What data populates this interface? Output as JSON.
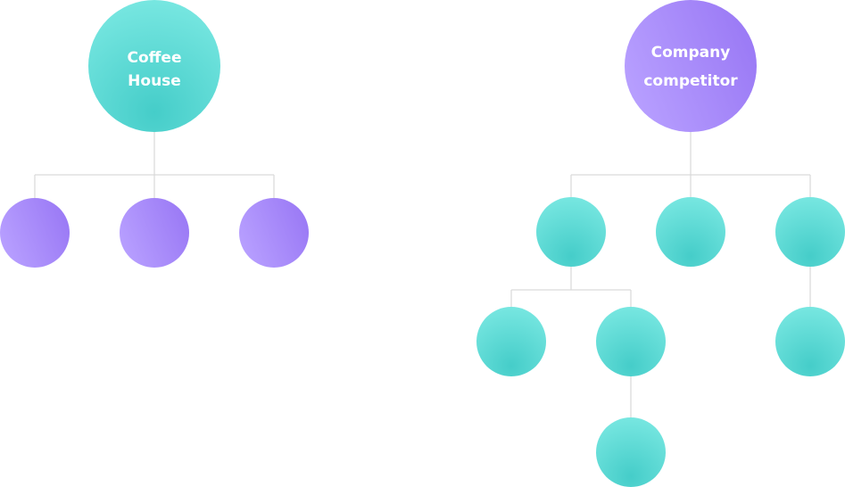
{
  "colors": {
    "teal_light": "#74e6df",
    "teal_dark": "#45cdc9",
    "purple_light": "#b59bff",
    "purple_dark": "#9c7cf6",
    "connector": "#d9d9d9",
    "label": "#ffffff"
  },
  "trees": [
    {
      "root": {
        "label_lines": [
          "Coffee",
          "House"
        ],
        "color": "teal"
      },
      "children_color": "purple",
      "children": [
        {
          "children": []
        },
        {
          "children": []
        },
        {
          "children": []
        }
      ]
    },
    {
      "root": {
        "label_lines": [
          "Company",
          "competitor"
        ],
        "color": "purple"
      },
      "children_color": "teal",
      "children": [
        {
          "children": [
            {
              "children": []
            },
            {
              "children": [
                {
                  "children": []
                }
              ]
            }
          ]
        },
        {
          "children": []
        },
        {
          "children": [
            {
              "children": []
            }
          ]
        }
      ]
    }
  ]
}
